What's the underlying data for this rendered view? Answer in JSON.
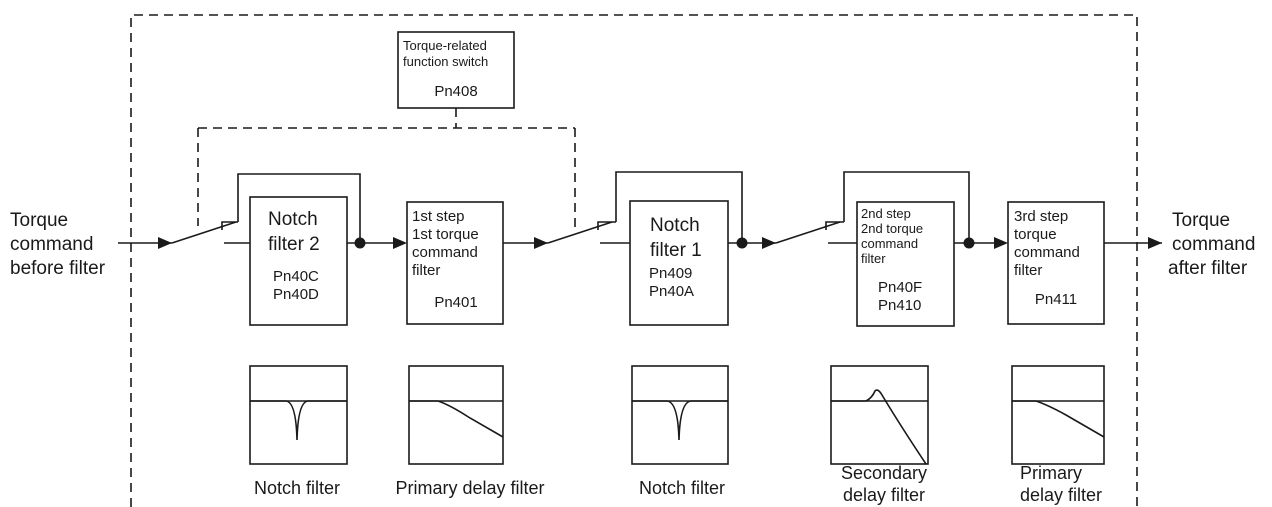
{
  "io": {
    "input_label": [
      "Torque",
      "command",
      "before filter"
    ],
    "output_label": [
      "Torque",
      "command",
      "after filter"
    ]
  },
  "switch_block": {
    "title": [
      "Torque-related",
      "function switch"
    ],
    "param": "Pn408"
  },
  "blocks": [
    {
      "id": "notch2",
      "title": [
        "Notch",
        "filter 2"
      ],
      "params": [
        "Pn40C",
        "Pn40D"
      ]
    },
    {
      "id": "step1",
      "title": [
        "1st step",
        "1st torque",
        "command",
        "filter"
      ],
      "params": [
        "Pn401"
      ]
    },
    {
      "id": "notch1",
      "title": [
        "Notch",
        "filter 1"
      ],
      "params": [
        "Pn409",
        "Pn40A"
      ]
    },
    {
      "id": "step2",
      "title": [
        "2nd step",
        "2nd torque",
        "command",
        "filter"
      ],
      "params": [
        "Pn40F",
        "Pn410"
      ]
    },
    {
      "id": "step3",
      "title": [
        "3rd step",
        "torque",
        "command",
        "filter"
      ],
      "params": [
        "Pn411"
      ]
    }
  ],
  "responses": [
    {
      "id": "notch2-response",
      "shape": "notch",
      "caption": [
        "Notch filter"
      ]
    },
    {
      "id": "step1-response",
      "shape": "primary-delay",
      "caption": [
        "Primary delay filter"
      ]
    },
    {
      "id": "notch1-response",
      "shape": "notch",
      "caption": [
        "Notch filter"
      ]
    },
    {
      "id": "step2-response",
      "shape": "secondary-delay",
      "caption": [
        "Secondary",
        "delay filter"
      ]
    },
    {
      "id": "step3-response",
      "shape": "primary-delay",
      "caption": [
        "Primary",
        "delay filter"
      ]
    }
  ]
}
